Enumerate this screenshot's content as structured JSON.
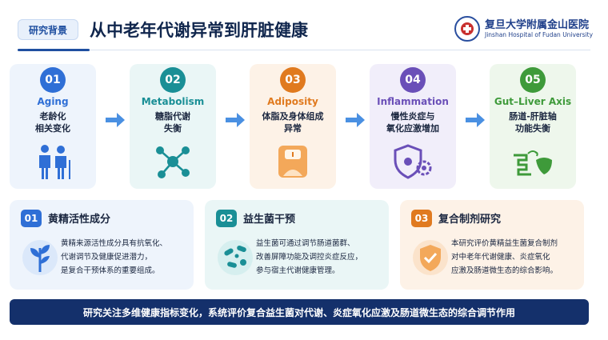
{
  "header": {
    "tag": "研究背景",
    "title": "从中老年代谢异常到肝脏健康",
    "logo_name": "复旦大学附属金山医院",
    "logo_en": "Jinshan Hospital of Fudan University"
  },
  "steps": [
    {
      "num": "01",
      "en": "Aging",
      "cn": "老龄化\n相关变化",
      "color": "#2f6fd6",
      "bg": "#eef4fc",
      "icon": "elderly-people-icon"
    },
    {
      "num": "02",
      "en": "Metabolism",
      "cn": "糖脂代谢\n失衡",
      "color": "#1a8f96",
      "bg": "#eaf6f6",
      "icon": "molecule-icon"
    },
    {
      "num": "03",
      "en": "Adiposity",
      "cn": "体脂及身体组成\n异常",
      "color": "#e07a1f",
      "bg": "#fdf2e7",
      "icon": "weight-scale-icon"
    },
    {
      "num": "04",
      "en": "Inflammation",
      "cn": "慢性炎症与\n氧化应激增加",
      "color": "#6a4fb8",
      "bg": "#f1eefa",
      "icon": "shield-gear-icon"
    },
    {
      "num": "05",
      "en": "Gut–Liver Axis",
      "cn": "肠道-肝脏轴\n功能失衡",
      "color": "#3e9a3a",
      "bg": "#eef7ec",
      "icon": "gut-liver-icon"
    }
  ],
  "cards": [
    {
      "num": "01",
      "title": "黄精活性成分",
      "desc": "黄精来源活性成分具有抗氧化、\n代谢调节及健康促进潜力，\n是复合干预体系的重要组成。",
      "color": "#2f6fd6",
      "bg": "#eef4fc",
      "icon": "plant-icon"
    },
    {
      "num": "02",
      "title": "益生菌干预",
      "desc": "益生菌可通过调节肠道菌群、\n改善屏障功能及调控炎症反应，\n参与宿主代谢健康管理。",
      "color": "#1a8f96",
      "bg": "#eaf6f6",
      "icon": "bacteria-icon"
    },
    {
      "num": "03",
      "title": "复合制剂研究",
      "desc": "本研究评价黄精益生菌复合制剂\n对中老年代谢健康、炎症氧化\n应激及肠道微生态的综合影响。",
      "color": "#e07a1f",
      "bg": "#fdf2e7",
      "icon": "shield-check-icon"
    }
  ],
  "banner": "研究关注多维健康指标变化，系统评价复合益生菌对代谢、炎症氧化应激及肠道微生态的综合调节作用"
}
